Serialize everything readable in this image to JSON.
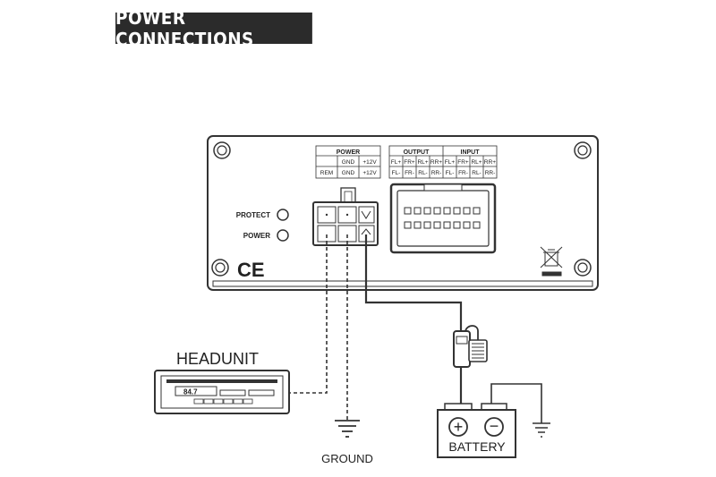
{
  "title": "POWER CONNECTIONS",
  "amplifier": {
    "power_block": {
      "header": "POWER",
      "row1": [
        "",
        "GND",
        "+12V"
      ],
      "row2": [
        "REM",
        "GND",
        "+12V"
      ]
    },
    "io_block": {
      "output_header": "OUTPUT",
      "input_header": "INPUT",
      "row1": [
        "FL+",
        "FR+",
        "RL+",
        "RR+",
        "FL+",
        "FR+",
        "RL+",
        "RR+"
      ],
      "row2": [
        "FL-",
        "FR-",
        "RL-",
        "RR-",
        "FL-",
        "FR-",
        "RL-",
        "RR-"
      ]
    },
    "protect_label": "PROTECT",
    "power_label": "POWER",
    "ce_mark": "CE"
  },
  "headunit": {
    "label": "HEADUNIT",
    "display": "84.7"
  },
  "ground_label": "GROUND",
  "battery": {
    "label": "BATTERY",
    "positive": "+",
    "negative": "−"
  },
  "colors": {
    "banner": "#2b2b2b",
    "line": "#333333"
  }
}
